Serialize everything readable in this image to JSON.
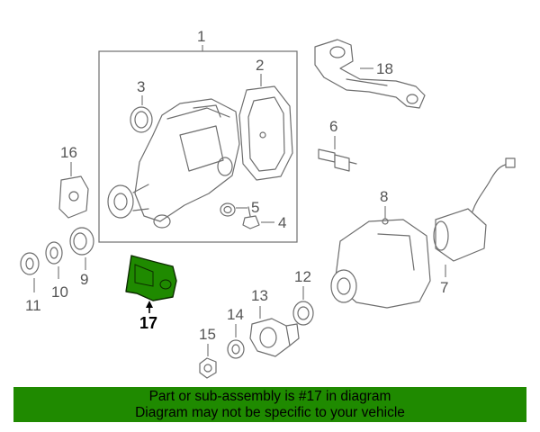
{
  "callouts": {
    "c1": "1",
    "c2": "2",
    "c3": "3",
    "c4": "4",
    "c5": "5",
    "c6": "6",
    "c7": "7",
    "c8": "8",
    "c9": "9",
    "c10": "10",
    "c11": "11",
    "c12": "12",
    "c13": "13",
    "c14": "14",
    "c15": "15",
    "c16": "16",
    "c17": "17",
    "c18": "18"
  },
  "highlight": {
    "part_number": "17",
    "color": "#1f8a00"
  },
  "banner": {
    "line1": "Part or sub-assembly is #17 in diagram",
    "line2": "Diagram may not be specific to your vehicle",
    "background": "#1f8a00"
  }
}
